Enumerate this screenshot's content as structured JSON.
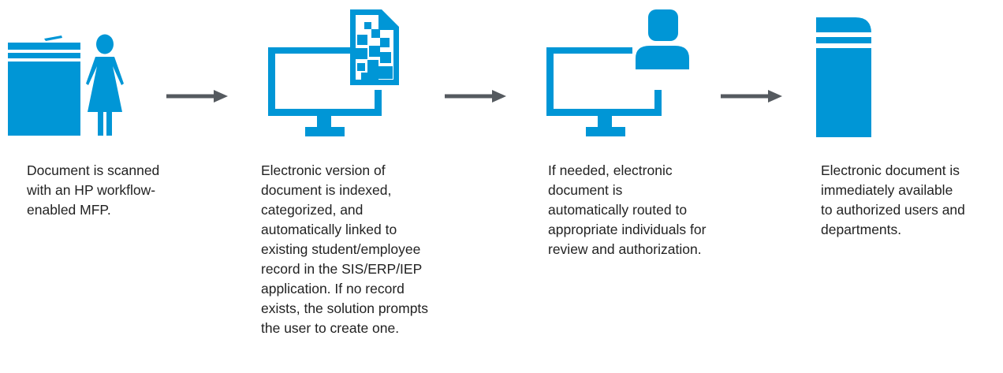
{
  "colors": {
    "accent": "#0096d6",
    "arrow": "#555a5f",
    "text": "#222222"
  },
  "steps": [
    {
      "icon": "mfp-and-person-icon",
      "caption": "Document is scanned\nwith an HP workflow-\nenabled MFP."
    },
    {
      "icon": "monitor-with-document-icon",
      "caption": "Electronic version of\ndocument is indexed,\ncategorized, and\nautomatically linked to\nexisting student/employee\nrecord in the SIS/ERP/IEP\napplication. If no record\nexists, the solution prompts\nthe user to create one."
    },
    {
      "icon": "monitor-with-user-icon",
      "caption": "If needed, electronic\ndocument is\nautomatically routed to\nappropriate individuals for\nreview and authorization."
    },
    {
      "icon": "server-icon",
      "caption": "Electronic document is\nimmediately available\nto authorized users and\ndepartments."
    }
  ]
}
